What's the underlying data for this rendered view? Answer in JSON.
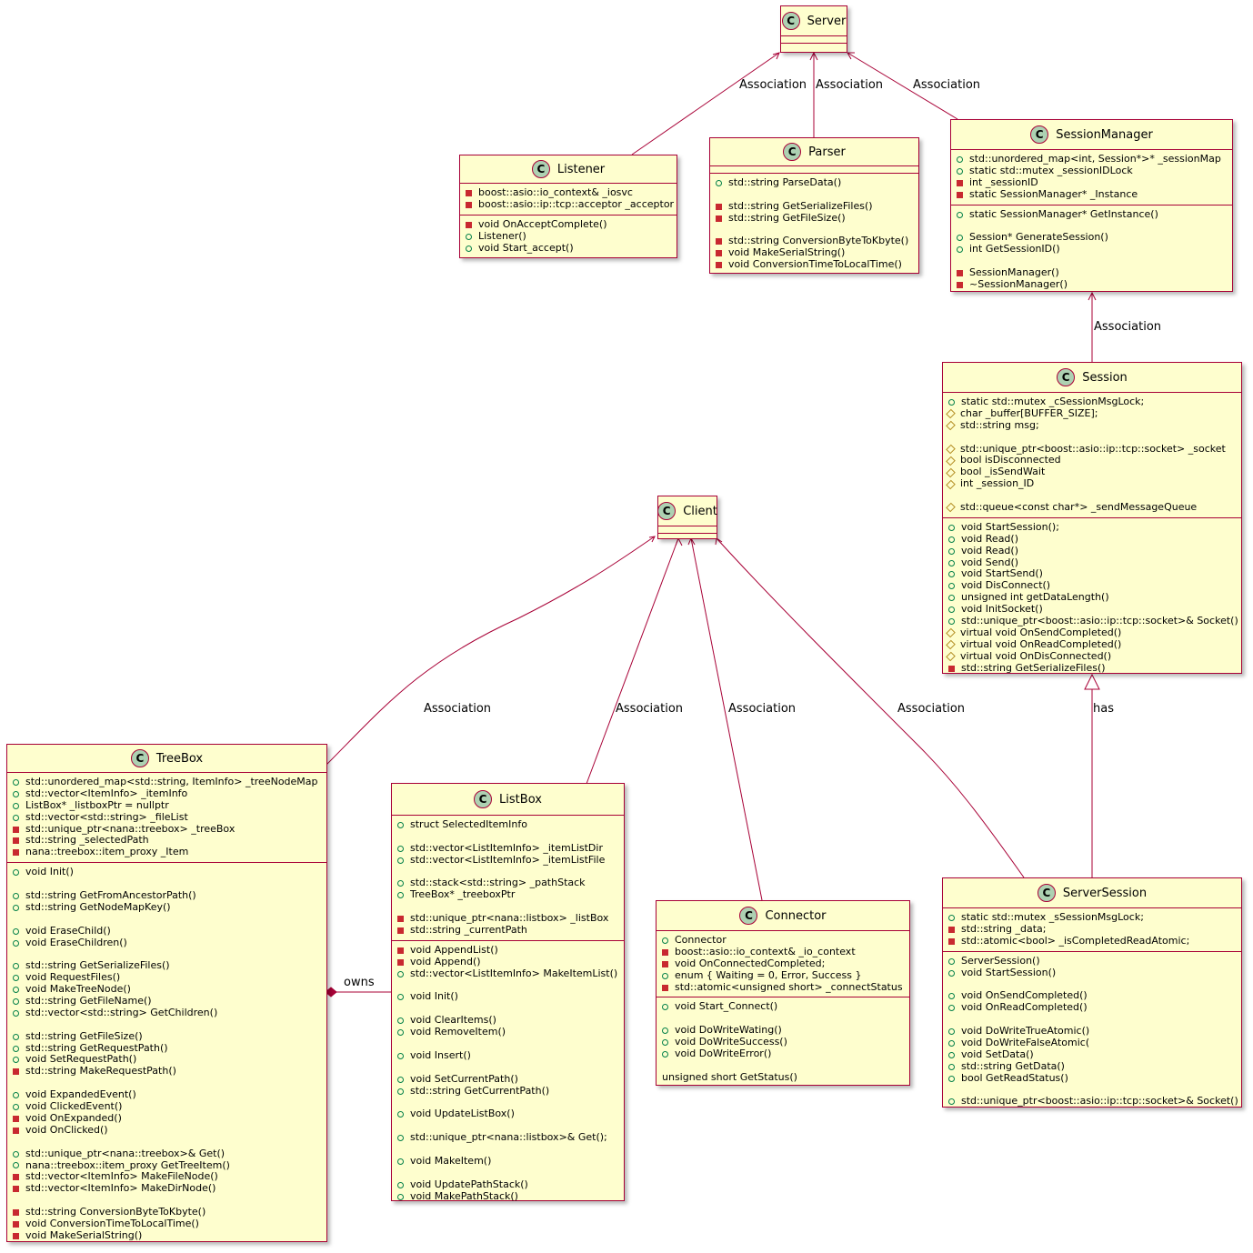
{
  "classes": [
    {
      "id": "Server",
      "name": "Server",
      "fields": [],
      "methods": []
    },
    {
      "id": "Listener",
      "name": "Listener",
      "fields": [
        {
          "vis": "private",
          "text": "boost::asio::io_context& _iosvc"
        },
        {
          "vis": "private",
          "text": "boost::asio::ip::tcp::acceptor _acceptor"
        }
      ],
      "methods": [
        {
          "vis": "private",
          "text": "void OnAcceptComplete()"
        },
        {
          "vis": "public",
          "text": "Listener()"
        },
        {
          "vis": "public",
          "text": "void Start_accept()"
        }
      ]
    },
    {
      "id": "Parser",
      "name": "Parser",
      "fields": [],
      "methods": [
        {
          "vis": "public",
          "text": "std::string ParseData()"
        },
        {
          "blank": true
        },
        {
          "vis": "private",
          "text": "std::string GetSerializeFiles()"
        },
        {
          "vis": "private",
          "text": "std::string GetFileSize()"
        },
        {
          "blank": true
        },
        {
          "vis": "private",
          "text": "std::string ConversionByteToKbyte()"
        },
        {
          "vis": "private",
          "text": "void MakeSerialString()"
        },
        {
          "vis": "private",
          "text": "void ConversionTimeToLocalTime()"
        }
      ]
    },
    {
      "id": "SessionManager",
      "name": "SessionManager",
      "fields": [
        {
          "vis": "public",
          "text": "std::unordered_map<int, Session*>* _sessionMap"
        },
        {
          "vis": "public",
          "text": "static std::mutex _sessionIDLock"
        },
        {
          "vis": "private",
          "text": "int _sessionID"
        },
        {
          "vis": "private",
          "text": "static SessionManager* _Instance"
        }
      ],
      "methods": [
        {
          "vis": "public",
          "text": "static SessionManager* GetInstance()"
        },
        {
          "blank": true
        },
        {
          "vis": "public",
          "text": "Session* GenerateSession()"
        },
        {
          "vis": "public",
          "text": "int GetSessionID()"
        },
        {
          "blank": true
        },
        {
          "vis": "private",
          "text": "SessionManager()"
        },
        {
          "vis": "private",
          "text": "~SessionManager()"
        }
      ]
    },
    {
      "id": "Session",
      "name": "Session",
      "fields": [
        {
          "vis": "public",
          "text": "static std::mutex _cSessionMsgLock;"
        },
        {
          "vis": "protected",
          "text": "char _buffer[BUFFER_SIZE];"
        },
        {
          "vis": "protected",
          "text": "std::string msg;"
        },
        {
          "blank": true
        },
        {
          "vis": "protected",
          "text": "std::unique_ptr<boost::asio::ip::tcp::socket> _socket"
        },
        {
          "vis": "protected",
          "text": "bool isDisconnected"
        },
        {
          "vis": "protected",
          "text": "bool _isSendWait"
        },
        {
          "vis": "protected",
          "text": "int _session_ID"
        },
        {
          "blank": true
        },
        {
          "vis": "protected",
          "text": "std::queue<const char*> _sendMessageQueue"
        }
      ],
      "methods": [
        {
          "vis": "public",
          "text": "void StartSession();"
        },
        {
          "vis": "public",
          "text": "void Read()"
        },
        {
          "vis": "public",
          "text": "void Read()"
        },
        {
          "vis": "public",
          "text": "void Send()"
        },
        {
          "vis": "public",
          "text": "void StartSend()"
        },
        {
          "vis": "public",
          "text": "void DisConnect()"
        },
        {
          "vis": "public",
          "text": "unsigned int getDataLength()"
        },
        {
          "vis": "public",
          "text": "void InitSocket()"
        },
        {
          "vis": "public",
          "text": "std::unique_ptr<boost::asio::ip::tcp::socket>& Socket()"
        },
        {
          "vis": "protected",
          "text": "virtual void OnSendCompleted()"
        },
        {
          "vis": "protected",
          "text": "virtual void OnReadCompleted()"
        },
        {
          "vis": "protected",
          "text": "virtual void OnDisConnected()"
        },
        {
          "vis": "private",
          "text": "std::string GetSerializeFiles()"
        }
      ]
    },
    {
      "id": "Client",
      "name": "Client",
      "fields": [],
      "methods": []
    },
    {
      "id": "TreeBox",
      "name": "TreeBox",
      "fields": [
        {
          "vis": "public",
          "text": "std::unordered_map<std::string, ItemInfo> _treeNodeMap"
        },
        {
          "vis": "public",
          "text": "std::vector<ItemInfo> _itemInfo"
        },
        {
          "vis": "public",
          "text": "ListBox* _listboxPtr = nullptr"
        },
        {
          "vis": "public",
          "text": "std::vector<std::string> _fileList"
        },
        {
          "vis": "private",
          "text": "std::unique_ptr<nana::treebox> _treeBox"
        },
        {
          "vis": "private",
          "text": "std::string _selectedPath"
        },
        {
          "vis": "private",
          "text": "nana::treebox::item_proxy _Item"
        }
      ],
      "methods": [
        {
          "vis": "public",
          "text": "void Init()"
        },
        {
          "blank": true
        },
        {
          "vis": "public",
          "text": "std::string GetFromAncestorPath()"
        },
        {
          "vis": "public",
          "text": "std::string GetNodeMapKey()"
        },
        {
          "blank": true
        },
        {
          "vis": "public",
          "text": "void EraseChild()"
        },
        {
          "vis": "public",
          "text": "void EraseChildren()"
        },
        {
          "blank": true
        },
        {
          "vis": "public",
          "text": "std::string GetSerializeFiles()"
        },
        {
          "vis": "public",
          "text": "void RequestFiles()"
        },
        {
          "vis": "public",
          "text": "void MakeTreeNode()"
        },
        {
          "vis": "public",
          "text": "std::string GetFileName()"
        },
        {
          "vis": "public",
          "text": "std::vector<std::string> GetChildren()"
        },
        {
          "blank": true
        },
        {
          "vis": "public",
          "text": "std::string GetFileSize()"
        },
        {
          "vis": "public",
          "text": "std::string GetRequestPath()"
        },
        {
          "vis": "public",
          "text": "void SetRequestPath()"
        },
        {
          "vis": "private",
          "text": "std::string MakeRequestPath()"
        },
        {
          "blank": true
        },
        {
          "vis": "public",
          "text": "void ExpandedEvent()"
        },
        {
          "vis": "public",
          "text": "void ClickedEvent()"
        },
        {
          "vis": "private",
          "text": "void OnExpanded()"
        },
        {
          "vis": "private",
          "text": "void OnClicked()"
        },
        {
          "blank": true
        },
        {
          "vis": "public",
          "text": "std::unique_ptr<nana::treebox>& Get()"
        },
        {
          "vis": "public",
          "text": "nana::treebox::item_proxy GetTreeItem()"
        },
        {
          "vis": "private",
          "text": "std::vector<ItemInfo> MakeFileNode()"
        },
        {
          "vis": "private",
          "text": "std::vector<ItemInfo> MakeDirNode()"
        },
        {
          "blank": true
        },
        {
          "vis": "private",
          "text": "std::string ConversionByteToKbyte()"
        },
        {
          "vis": "private",
          "text": "void ConversionTimeToLocalTime()"
        },
        {
          "vis": "private",
          "text": "void MakeSerialString()"
        }
      ]
    },
    {
      "id": "ListBox",
      "name": "ListBox",
      "fields": [
        {
          "vis": "public",
          "text": "struct SelectedItemInfo"
        },
        {
          "blank": true
        },
        {
          "vis": "public",
          "text": "std::vector<ListItemInfo> _itemListDir"
        },
        {
          "vis": "public",
          "text": "std::vector<ListItemInfo> _itemListFile"
        },
        {
          "blank": true
        },
        {
          "vis": "public",
          "text": "std::stack<std::string> _pathStack"
        },
        {
          "vis": "public",
          "text": "TreeBox* _treeboxPtr"
        },
        {
          "blank": true
        },
        {
          "vis": "private",
          "text": "std::unique_ptr<nana::listbox> _listBox"
        },
        {
          "vis": "private",
          "text": "std::string _currentPath"
        }
      ],
      "methods": [
        {
          "vis": "private",
          "text": "void AppendList()"
        },
        {
          "vis": "private",
          "text": "void Append()"
        },
        {
          "vis": "public",
          "text": "std::vector<ListItemInfo> MakeItemList()"
        },
        {
          "blank": true
        },
        {
          "vis": "public",
          "text": "void Init()"
        },
        {
          "blank": true
        },
        {
          "vis": "public",
          "text": "void ClearItems()"
        },
        {
          "vis": "public",
          "text": "void RemoveItem()"
        },
        {
          "blank": true
        },
        {
          "vis": "public",
          "text": "void Insert()"
        },
        {
          "blank": true
        },
        {
          "vis": "public",
          "text": "void SetCurrentPath()"
        },
        {
          "vis": "public",
          "text": "std::string GetCurrentPath()"
        },
        {
          "blank": true
        },
        {
          "vis": "public",
          "text": "void UpdateListBox()"
        },
        {
          "blank": true
        },
        {
          "vis": "public",
          "text": "std::unique_ptr<nana::listbox>& Get();"
        },
        {
          "blank": true
        },
        {
          "vis": "public",
          "text": "void MakeItem()"
        },
        {
          "blank": true
        },
        {
          "vis": "public",
          "text": "void UpdatePathStack()"
        },
        {
          "vis": "public",
          "text": "void MakePathStack()"
        }
      ]
    },
    {
      "id": "Connector",
      "name": "Connector",
      "fields": [
        {
          "vis": "public",
          "text": "Connector"
        },
        {
          "vis": "private",
          "text": "boost::asio::io_context& _io_context"
        },
        {
          "vis": "private",
          "text": "void OnConnectedCompleted;"
        },
        {
          "vis": "public",
          "text": "enum { Waiting = 0, Error, Success }"
        },
        {
          "vis": "private",
          "text": "std::atomic<unsigned short> _connectStatus"
        }
      ],
      "methods": [
        {
          "vis": "public",
          "text": "void Start_Connect()"
        },
        {
          "blank": true
        },
        {
          "vis": "public",
          "text": "void DoWriteWating()"
        },
        {
          "vis": "public",
          "text": "void DoWriteSuccess()"
        },
        {
          "vis": "public",
          "text": "void DoWriteError()"
        },
        {
          "blank": true
        },
        {
          "vis": "none",
          "text": "unsigned short GetStatus()"
        }
      ]
    },
    {
      "id": "ServerSession",
      "name": "ServerSession",
      "fields": [
        {
          "vis": "public",
          "text": "static std::mutex _sSessionMsgLock;"
        },
        {
          "vis": "private",
          "text": "std::string _data;"
        },
        {
          "vis": "private",
          "text": "std::atomic<bool> _isCompletedReadAtomic;"
        }
      ],
      "methods": [
        {
          "vis": "public",
          "text": "ServerSession()"
        },
        {
          "vis": "public",
          "text": "void StartSession()"
        },
        {
          "blank": true
        },
        {
          "vis": "public",
          "text": "void OnSendCompleted()"
        },
        {
          "vis": "public",
          "text": "void OnReadCompleted()"
        },
        {
          "blank": true
        },
        {
          "vis": "public",
          "text": "void DoWriteTrueAtomic()"
        },
        {
          "vis": "public",
          "text": "void DoWriteFalseAtomic("
        },
        {
          "vis": "public",
          "text": "void SetData()"
        },
        {
          "vis": "public",
          "text": "std::string GetData()"
        },
        {
          "vis": "public",
          "text": "bool GetReadStatus()"
        },
        {
          "blank": true
        },
        {
          "vis": "public",
          "text": "std::unique_ptr<boost::asio::ip::tcp::socket>& Socket()"
        }
      ]
    }
  ],
  "edges": [
    {
      "id": "listener-server",
      "from": "Listener",
      "to": "Server",
      "label": "Association",
      "kind": "association"
    },
    {
      "id": "parser-server",
      "from": "Parser",
      "to": "Server",
      "label": "Association",
      "kind": "association"
    },
    {
      "id": "sessionmanager-server",
      "from": "SessionManager",
      "to": "Server",
      "label": "Association",
      "kind": "association"
    },
    {
      "id": "session-sessionmanager",
      "from": "Session",
      "to": "SessionManager",
      "label": "Association",
      "kind": "association"
    },
    {
      "id": "treebox-client",
      "from": "TreeBox",
      "to": "Client",
      "label": "Association",
      "kind": "association"
    },
    {
      "id": "listbox-client",
      "from": "ListBox",
      "to": "Client",
      "label": "Association",
      "kind": "association"
    },
    {
      "id": "connector-client",
      "from": "Connector",
      "to": "Client",
      "label": "Association",
      "kind": "association"
    },
    {
      "id": "serversession-client",
      "from": "ServerSession",
      "to": "Client",
      "label": "Association",
      "kind": "association"
    },
    {
      "id": "serversession-session",
      "from": "ServerSession",
      "to": "Session",
      "label": "has",
      "kind": "inheritance"
    },
    {
      "id": "treebox-listbox",
      "from": "TreeBox",
      "to": "ListBox",
      "label": "owns",
      "kind": "composition"
    }
  ],
  "colors": {
    "box_fill": "#fefece",
    "border": "#a80036",
    "badge": "#add1b2",
    "public": "#038048",
    "private": "#c82930",
    "protected": "#b38d22"
  }
}
